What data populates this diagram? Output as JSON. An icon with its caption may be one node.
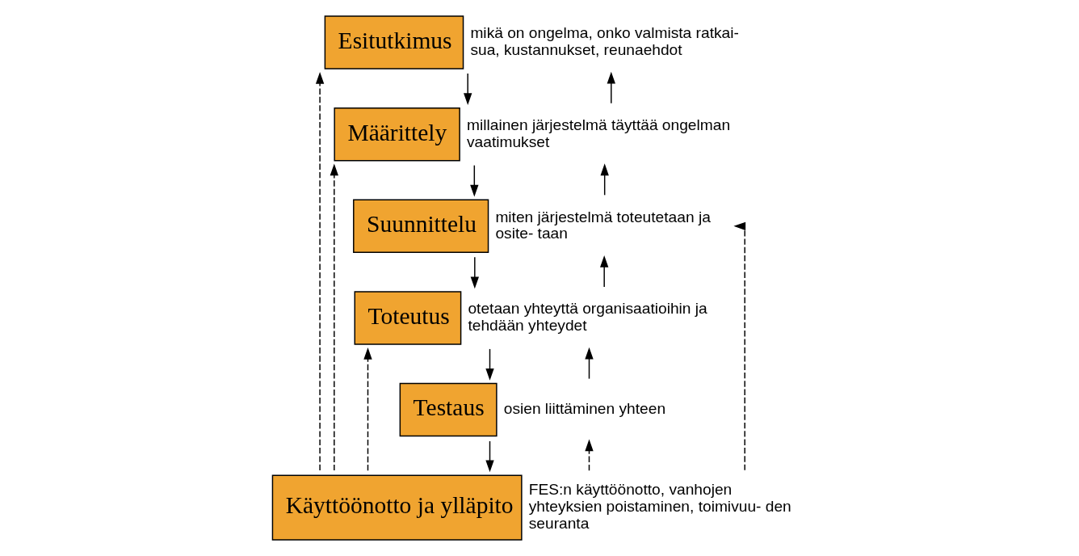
{
  "diagram": {
    "nodes": [
      {
        "text": [
          "Esitutkimus"
        ],
        "beside": [
          "mikä on ongelma, onko valmista ratkai- sua, kustannukset, reunaehdot"
        ]
      },
      {
        "text": [
          "Määrittely"
        ],
        "beside": [
          "millainen järjestelmä täyttää ongelman vaatimukset"
        ]
      },
      {
        "text": [
          "Suunnittelu"
        ],
        "beside": [
          "miten järjestelmä toteutetaan ja osite- taan"
        ]
      },
      {
        "text": [
          "Toteutus"
        ],
        "beside": [
          "otetaan yhteyttä organisaatioihin ja tehdään yhteydet"
        ]
      },
      {
        "text": [
          "Testaus"
        ],
        "beside": [
          "osien liittäminen yhteen"
        ]
      },
      {
        "text": [
          "Käyttöönotto ja ylläpito"
        ],
        "beside": [
          "FES:n käyttöönotto, vanhojen yhteyksien poistaminen, toimivuu- den seuranta"
        ]
      }
    ],
    "edges": [
      {
        "from": 0,
        "to": 1,
        "arrow": "to"
      },
      {
        "from": 1,
        "to": 0,
        "arrow": "to"
      },
      {
        "from": 1,
        "to": 2,
        "arrow": "to"
      },
      {
        "from": 2,
        "to": 1,
        "arrow": "to"
      },
      {
        "from": 2,
        "to": 3,
        "arrow": "to"
      },
      {
        "from": 3,
        "to": 2,
        "arrow": "to"
      },
      {
        "from": 3,
        "to": 4,
        "arrow": "to"
      },
      {
        "from": 4,
        "to": 3,
        "arrow": "to"
      },
      {
        "from": 4,
        "to": 5,
        "arrow": "to"
      },
      {
        "from": 5,
        "to": 0,
        "arrow": "to",
        "style": "dashed"
      },
      {
        "from": 5,
        "to": 1,
        "arrow": "to",
        "style": "dashed"
      },
      {
        "from": 5,
        "to": 2,
        "arrow": "to",
        "style": "dashed"
      },
      {
        "from": 5,
        "to": 3,
        "arrow": "to",
        "style": "dashed"
      },
      {
        "from": 5,
        "to": 4,
        "arrow": "to",
        "style": "dashed"
      }
    ]
  }
}
